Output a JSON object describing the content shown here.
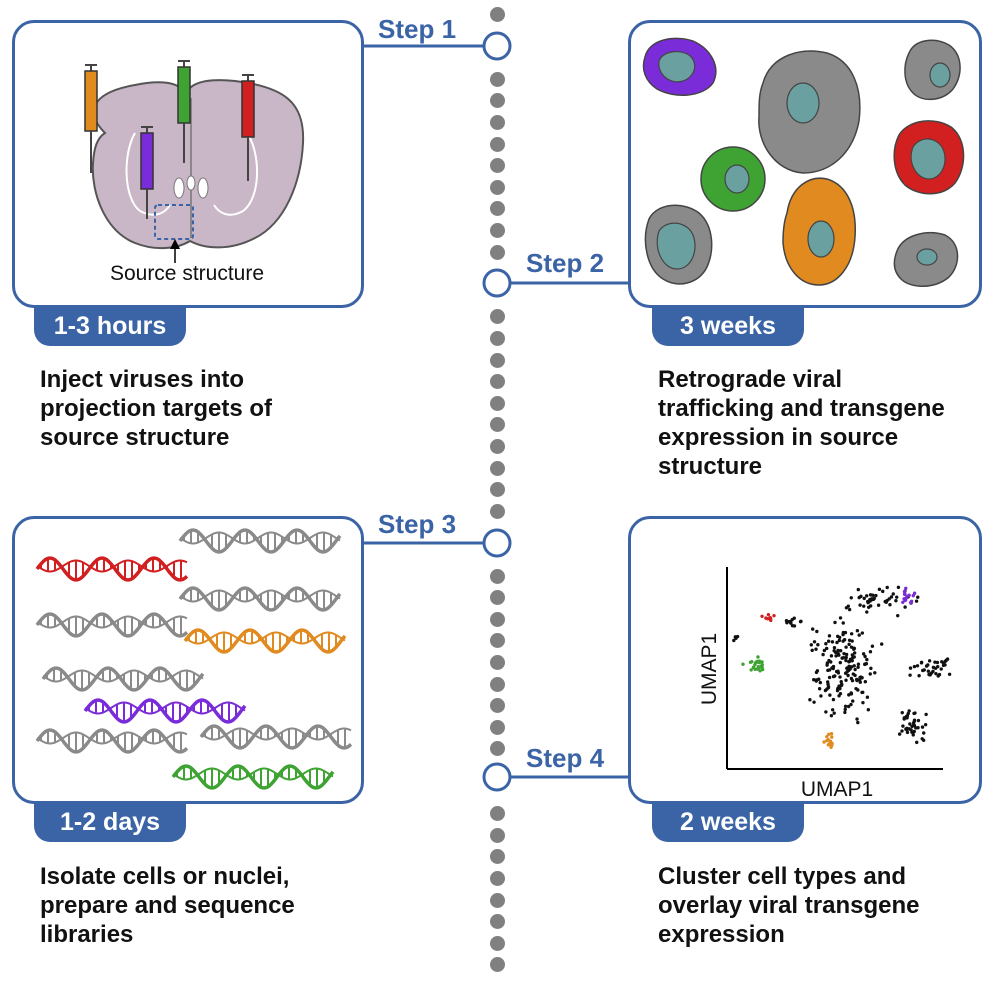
{
  "steps": [
    {
      "label": "Step 1",
      "duration": "1-3 hours",
      "description": [
        "Inject viruses into",
        "projection targets of",
        "source structure"
      ]
    },
    {
      "label": "Step 2",
      "duration": "3 weeks",
      "description": [
        "Retrograde viral",
        "trafficking and transgene",
        "expression in source",
        "structure"
      ]
    },
    {
      "label": "Step 3",
      "duration": "1-2 days",
      "description": [
        "Isolate cells or nuclei,",
        "prepare and sequence",
        "libraries"
      ]
    },
    {
      "label": "Step 4",
      "duration": "2 weeks",
      "description": [
        "Cluster cell types and",
        "overlay viral transgene",
        "expression"
      ]
    }
  ],
  "brain_label": "Source structure",
  "umap": {
    "xlabel": "UMAP1",
    "ylabel": "UMAP1"
  },
  "colors": {
    "accent": "#3b64a6",
    "brain": "#c9b6c7",
    "orange": "#e08a1f",
    "green": "#3ea332",
    "red": "#d21f1f",
    "purple": "#7a2cd8",
    "gray": "#8a8a8a",
    "nucleus": "#6aa0a0"
  }
}
